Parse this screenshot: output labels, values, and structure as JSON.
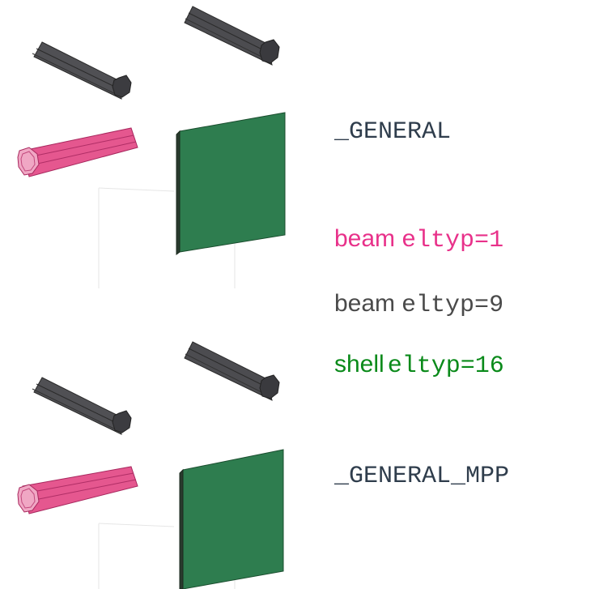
{
  "labels": {
    "general": "_GENERAL",
    "general_mpp": "_GENERAL_MPP"
  },
  "legend": [
    {
      "word": "beam",
      "code": "eltyp=1",
      "color": "#e8318a"
    },
    {
      "word": "beam",
      "code": "eltyp=9",
      "color": "#4a4a4a"
    },
    {
      "word": "shell",
      "code": "eltyp=16",
      "color": "#0a8a1a"
    }
  ],
  "colors": {
    "beam_type1": "#e5578f",
    "beam_type9": "#4a4a4e",
    "shell_type16": "#2e7d4f",
    "group_label": "#2f3d4c"
  }
}
